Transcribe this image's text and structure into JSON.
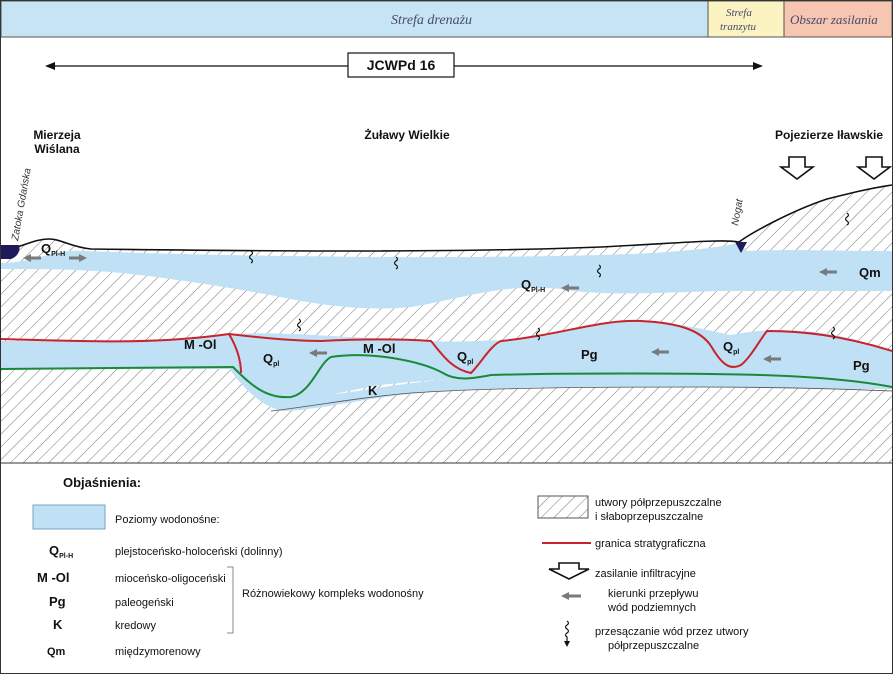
{
  "zones": {
    "drainage": "Strefa drenażu",
    "transit_line1": "Strefa",
    "transit_line2": "tranzytu",
    "recharge": "Obszar zasilania"
  },
  "unit_label": "JCWPd 16",
  "places": {
    "spit_line1": "Mierzeja",
    "spit_line2": "Wiślana",
    "zulawy": "Żuławy Wielkie",
    "ilawa": "Pojezierze Iławskie",
    "bay": "Zatoka Gdańska",
    "nogat": "Nogat"
  },
  "section_labels": {
    "q_plh_main": "Q",
    "q_plh_sub": "Pl-H",
    "qm": "Qm",
    "m_ol": "M -Ol",
    "q_pl_main": "Q",
    "q_pl_sub": "pl",
    "pg": "Pg",
    "k": "K"
  },
  "legend": {
    "title": "Objaśnienia:",
    "aquifers": "Poziomy wodonośne:",
    "items": [
      {
        "symbol": "Q",
        "sub": "Pl-H",
        "desc": "plejstoceńsko-holoceński (dolinny)"
      },
      {
        "symbol": "M -Ol",
        "sub": "",
        "desc": "mioceńsko-oligoceński"
      },
      {
        "symbol": "Pg",
        "sub": "",
        "desc": "paleogeński"
      },
      {
        "symbol": "K",
        "sub": "",
        "desc": "kredowy"
      },
      {
        "symbol": "Qm",
        "sub": "",
        "desc": "międzymorenowy"
      }
    ],
    "complex": "Różnowiekowy kompleks wodonośny",
    "semi_permeable_1": "utwory półprzepuszczalne",
    "semi_permeable_2": "i słaboprzepuszczalne",
    "strat_boundary": "granica stratygraficzna",
    "infiltration": "zasilanie infiltracyjne",
    "flow_1": "kierunki przepływu",
    "flow_2": "wód podziemnych",
    "seepage_1": "przesączanie wód przez utwory",
    "seepage_2": "półprzepuszczalne"
  },
  "colors": {
    "zone_drainage": "#c6e4f4",
    "zone_transit": "#fbf3c2",
    "zone_recharge": "#f6c6b0",
    "aquifer": "#bfe0f5",
    "strat_line": "#c8232c",
    "k_top_line": "#1a8a3a",
    "sea": "#1f1a5a"
  }
}
